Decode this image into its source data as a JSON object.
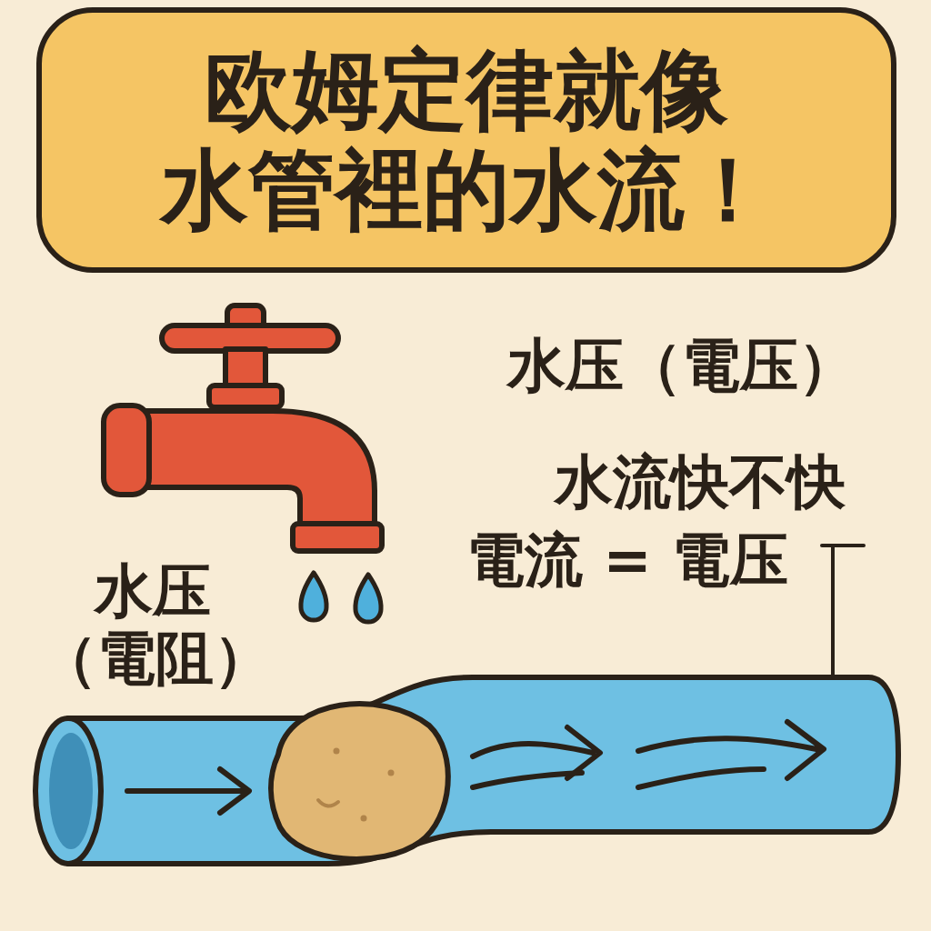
{
  "diagram": {
    "title": "欧姆定律就像 水管裡的水流！",
    "labels": [
      "水压（電压）",
      "水流快不快",
      "電流 = 電压",
      "水压 （電阻）"
    ]
  }
}
